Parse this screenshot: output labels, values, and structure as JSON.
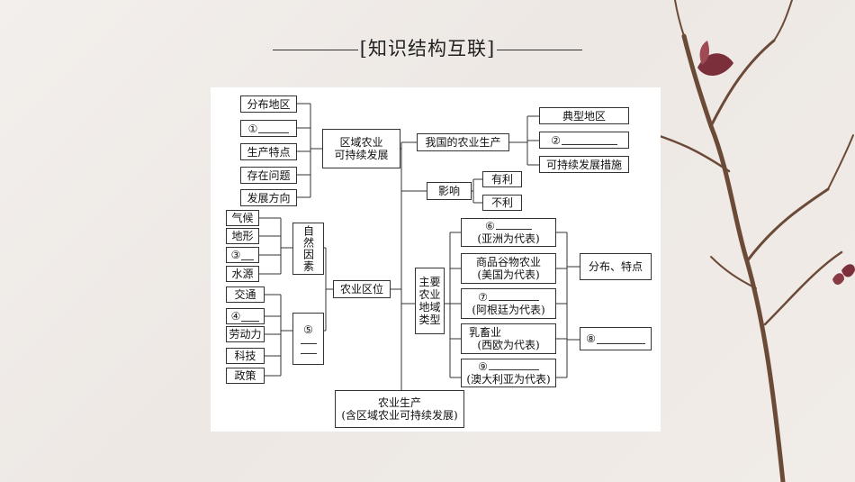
{
  "title": {
    "text": "[知识结构互联]"
  },
  "diagram": {
    "left_col": {
      "distribution": "分布地区",
      "q1": "①",
      "features": "生产特点",
      "problems": "存在问题",
      "direction": "发展方向"
    },
    "regional": {
      "line1": "区域农业",
      "line2": "可持续发展"
    },
    "natural": {
      "climate": "气候",
      "terrain": "地形",
      "q3": "③",
      "water": "水源",
      "label": "自然因素"
    },
    "social": {
      "transport": "交通",
      "q4": "④",
      "labor": "劳动力",
      "tech": "科技",
      "policy": "政策",
      "q5": "⑤"
    },
    "location": "农业区位",
    "root": {
      "line1": "农业生产",
      "line2": "(含区域农业可持续发展)"
    },
    "china": {
      "label": "我国的农业生产",
      "typical": "典型地区",
      "q2": "②",
      "measures": "可持续发展措施"
    },
    "influence": {
      "label": "影响",
      "good": "有利",
      "bad": "不利"
    },
    "types": {
      "label": "主要农业地域类型",
      "t6": {
        "num": "⑥",
        "sub": "(亚洲为代表)"
      },
      "grain": {
        "line1": "商品谷物农业",
        "line2": "(美国为代表)"
      },
      "t7": {
        "num": "⑦",
        "sub": "(阿根廷为代表)"
      },
      "dairy": {
        "line1": "乳畜业",
        "line2": "(西欧为代表)"
      },
      "t9": {
        "num": "⑨",
        "sub": "(澳大利亚为代表)"
      },
      "dist_feat": "分布、特点",
      "q8": "⑧"
    }
  }
}
